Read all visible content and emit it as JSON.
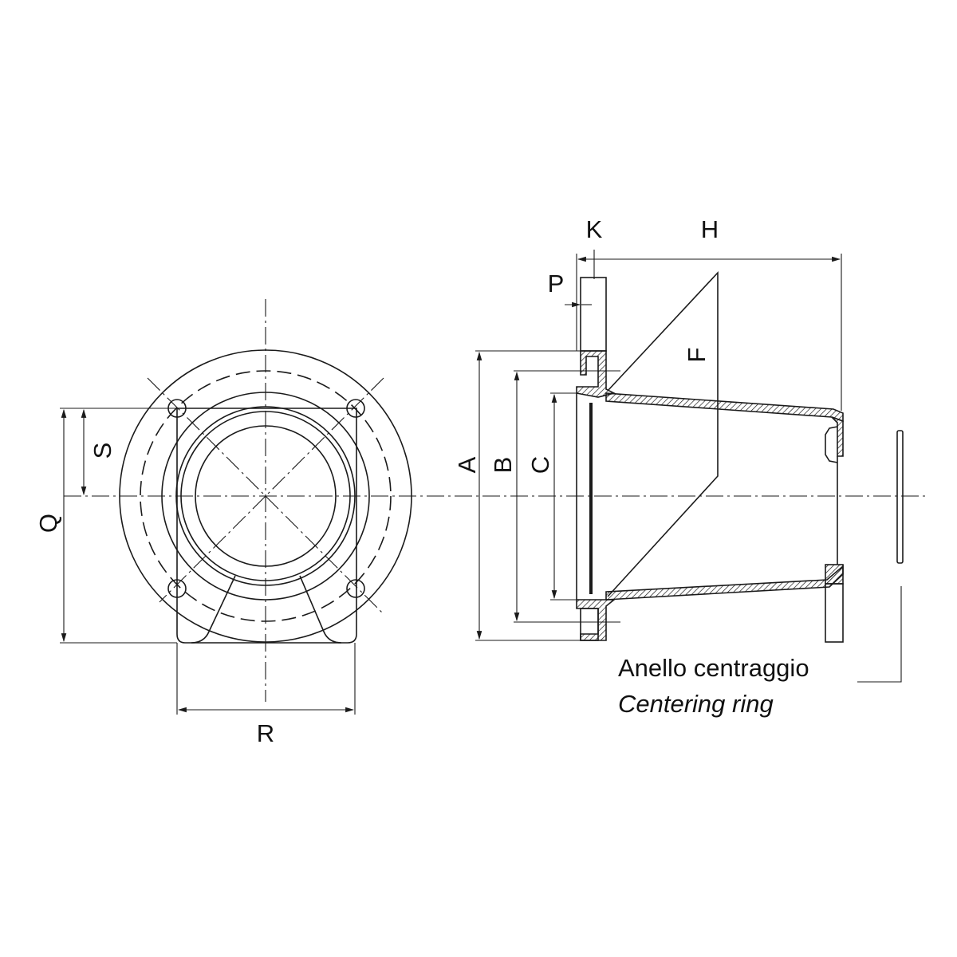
{
  "front_view": {
    "labels": {
      "Q": "Q",
      "S": "S",
      "R": "R"
    }
  },
  "side_view": {
    "labels": {
      "K": "K",
      "H": "H",
      "P": "P",
      "F": "F",
      "A": "A",
      "B": "B",
      "C": "C"
    }
  },
  "callout": {
    "line1": "Anello centraggio",
    "line2": "Centering ring"
  },
  "colors": {
    "ink": "#1a1a1a",
    "background": "#ffffff"
  }
}
